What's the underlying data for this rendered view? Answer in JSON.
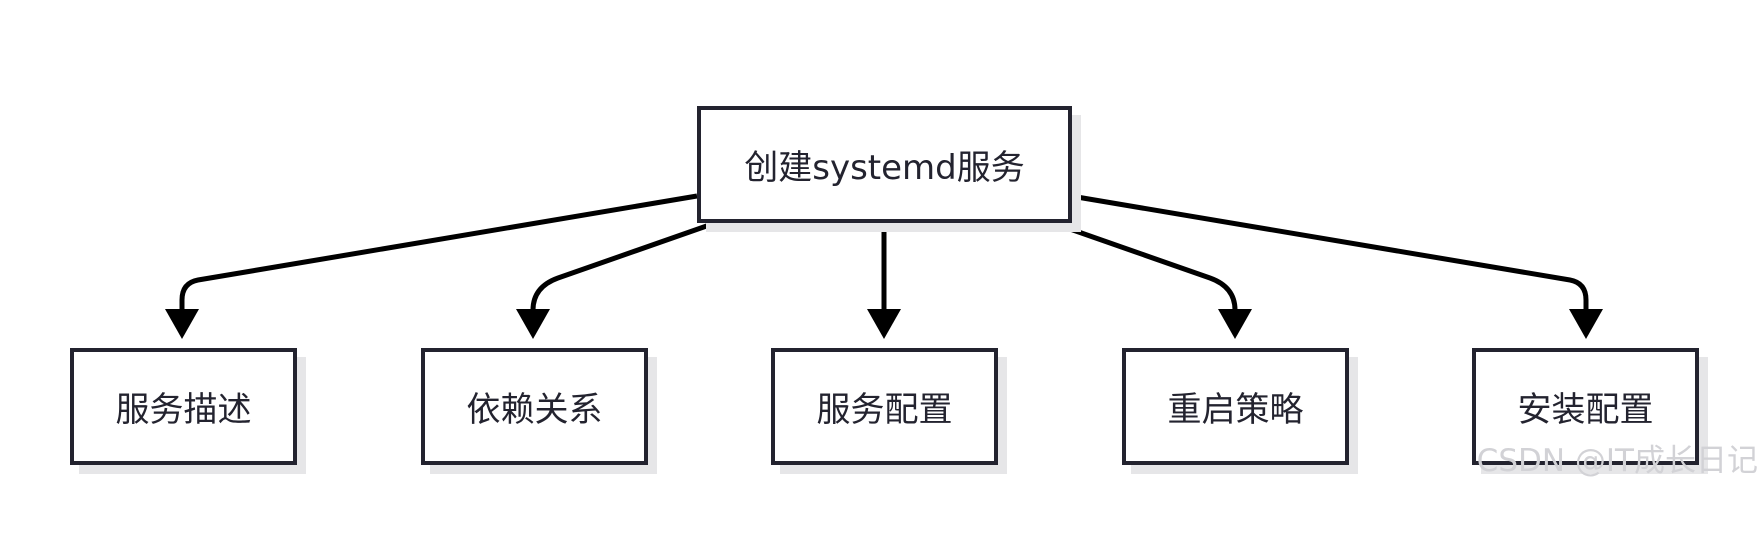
{
  "diagram": {
    "root": {
      "label": "创建systemd服务"
    },
    "children": [
      {
        "label": "服务描述"
      },
      {
        "label": "依赖关系"
      },
      {
        "label": "服务配置"
      },
      {
        "label": "重启策略"
      },
      {
        "label": "安装配置"
      }
    ]
  },
  "watermark": "CSDN @IT成长日记",
  "colors": {
    "stroke": "#23232f",
    "shadow": "#e6e6e8",
    "watermark": "#d2d2d6"
  }
}
